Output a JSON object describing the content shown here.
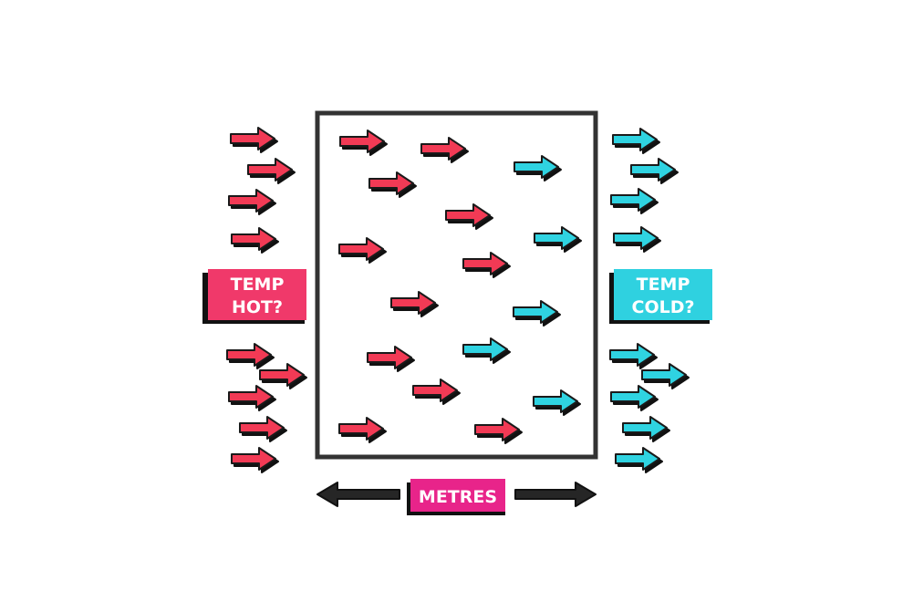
{
  "labels": {
    "hot_line1": "TEMP",
    "hot_line2": "HOT?",
    "cold_line1": "TEMP",
    "cold_line2": "COLD?",
    "width": "METRES"
  },
  "colors": {
    "hot": "#f23a55",
    "cold": "#2fd3e1",
    "label_bg": "#f0396a",
    "cold_label_bg": "#2fd1e0",
    "shadow": "#111111",
    "outline": "#1a1a1a",
    "double_arrow": "#262626"
  },
  "icons": {
    "hot_arrow": "right-arrow-icon",
    "cold_arrow": "right-arrow-icon",
    "width_arrow": "double-headed-arrow-icon"
  }
}
